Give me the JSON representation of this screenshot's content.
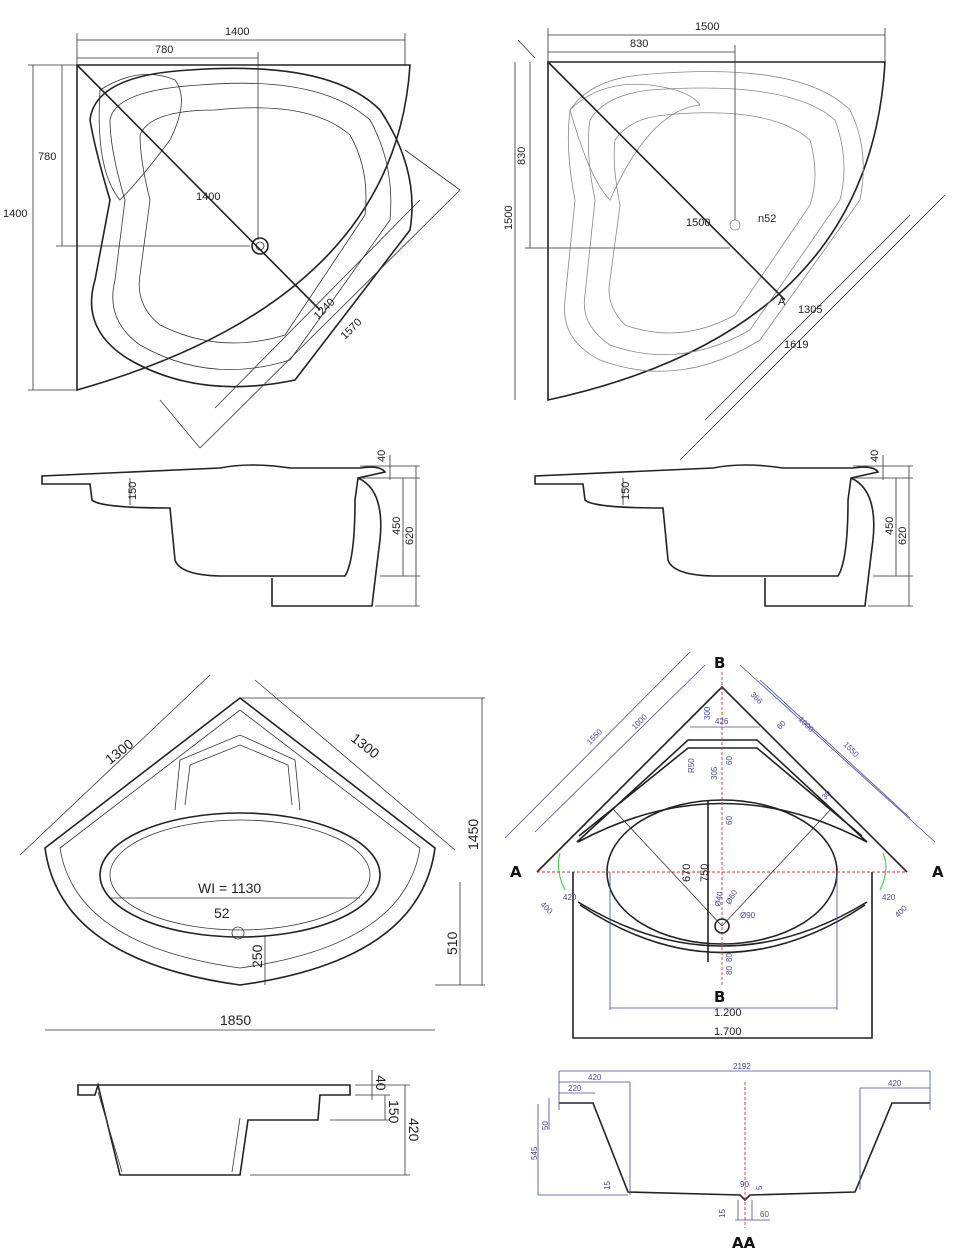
{
  "panel1": {
    "width": "1400",
    "seat": "780",
    "seat_v": "780",
    "height": "1400",
    "diag": "1400",
    "inner": "1240",
    "outer": "1570"
  },
  "panel2": {
    "width": "1500",
    "seat": "830",
    "seat_v": "830",
    "height": "1500",
    "diag": "1500",
    "drain": "n52",
    "inner": "1305",
    "outer": "1619",
    "marker": "A"
  },
  "side1": {
    "rim": "40",
    "step": "150",
    "depth": "450",
    "total": "620"
  },
  "side2": {
    "rim": "40",
    "step": "150",
    "depth": "450",
    "total": "620"
  },
  "panel3": {
    "side_a": "1300",
    "side_b": "1300",
    "height": "1450",
    "wi": "WI = 1130",
    "drain": "52",
    "drain_offset": "250",
    "front": "510",
    "width": "1850"
  },
  "side3": {
    "rim": "40",
    "step": "150",
    "depth": "420"
  },
  "panel4": {
    "section_b_top": "B",
    "section_b_bottom": "B",
    "section_a_left": "A",
    "section_a_right": "A",
    "dims": [
      "1550",
      "1000",
      "366",
      "1000",
      "1550",
      "300",
      "426",
      "60",
      "R50",
      "60",
      "305",
      "30",
      "60",
      "670",
      "750",
      "420",
      "400",
      "420",
      "400",
      "Ø90",
      "Ø60",
      "Ø40",
      "80",
      "80"
    ],
    "width_inner": "1.200",
    "width_outer": "1.700"
  },
  "section_aa": {
    "total": "2192",
    "left_top": "420",
    "left_step": "220",
    "right_top": "420",
    "rim": "50",
    "depth": "545",
    "bottom": "15",
    "drain_w": "90",
    "drain_d": "5",
    "drain_h": "15",
    "drain_base": "60",
    "label": "AA"
  }
}
